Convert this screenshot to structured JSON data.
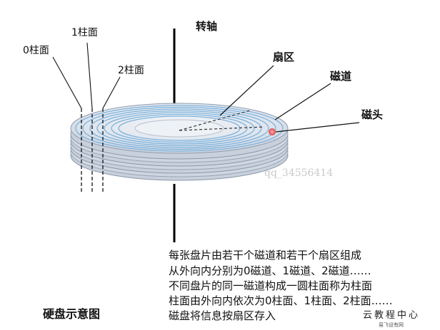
{
  "labels": {
    "spindle": "转轴",
    "sector": "扇区",
    "track": "磁道",
    "head": "磁头",
    "cylinder0": "0柱面",
    "cylinder1": "1柱面",
    "cylinder2": "2柱面"
  },
  "description": [
    "每张盘片由若干个磁道和若干个扇区组成",
    "从外向内分别为0磁道、1磁道、2磁道……",
    "不同盘片的同一磁道构成一圆柱面称为柱面",
    "柱面由外向内依次为0柱面、1柱面、2柱面……",
    "磁盘将信息按扇区存入"
  ],
  "caption": "硬盘示意图",
  "watermark": "qq_34556414",
  "brand": {
    "name": "云教程中心",
    "sub": "易飞设有网"
  },
  "colors": {
    "platter_fill": "#dfe5ee",
    "track_line": "#7eb3dc",
    "head_dot": "#e06a6a"
  }
}
